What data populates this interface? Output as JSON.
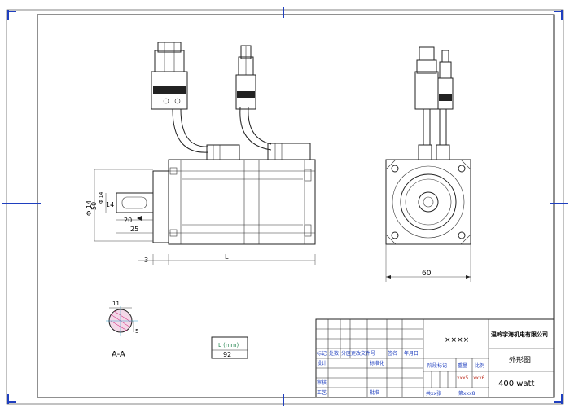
{
  "dimensions": {
    "shaft_dia_1": "Φ 14",
    "shaft_dia_2": "50",
    "shaft_dia_3": "Φ 14",
    "key_len": "14",
    "key_offset": "20",
    "shaft_len": "25",
    "flange": "3",
    "body_len": "L",
    "flange_width": "60"
  },
  "section": {
    "width": "11",
    "depth": "5",
    "label": "A-A"
  },
  "length_box": {
    "header": "L (mm)",
    "value": "92"
  },
  "title_block": {
    "company": "温岭宇海机电有限公司",
    "drawing_title": "外形图",
    "drawing_code": "××××",
    "spec": "400 watt",
    "row_marks": [
      "标记",
      "处数",
      "分区",
      "更改文件号",
      "签名",
      "年月日"
    ],
    "design": "设计",
    "standardize": "标准化",
    "review": "审核",
    "process": "工艺",
    "approve": "批准",
    "stage_mark": "阶段标记",
    "weight": "重量",
    "scale": "比例",
    "weight_val": "xxx5",
    "scale_val": "xxx6",
    "sheets": "共xx张",
    "sheet_no": "第xxx8"
  },
  "colors": {
    "frame": "#1f3fbf",
    "accent_red": "#c0392b",
    "accent_green": "#2e8b57"
  }
}
